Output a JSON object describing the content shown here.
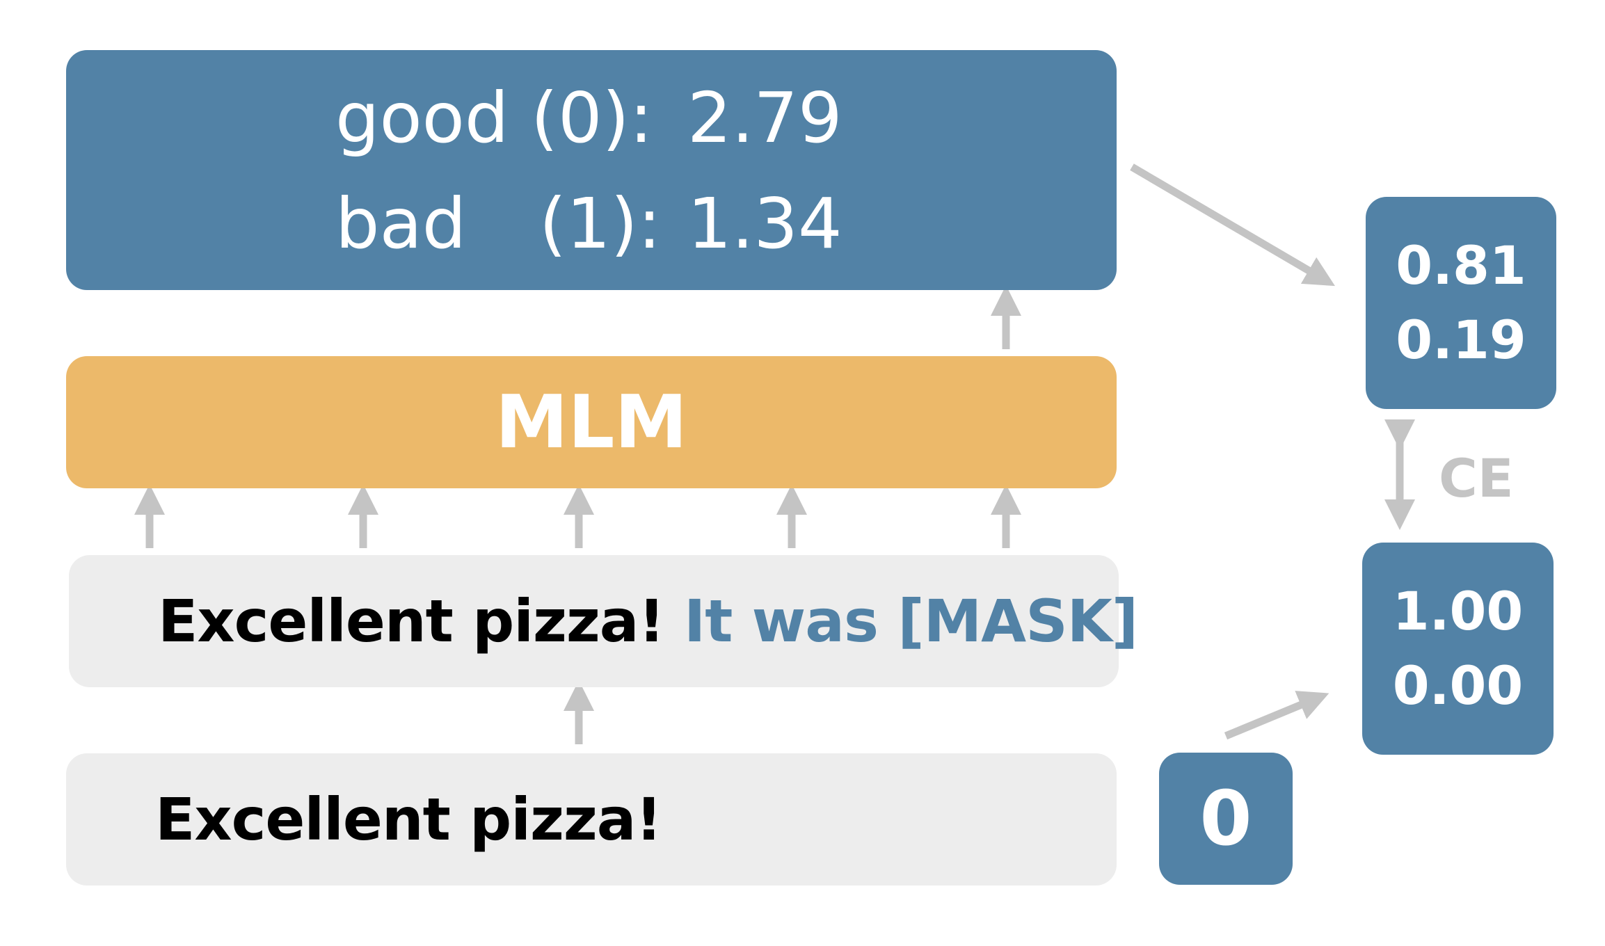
{
  "logits": {
    "rows": [
      {
        "word": "good",
        "id": "(0):",
        "value": "2.79"
      },
      {
        "word": "bad",
        "id": "(1):",
        "value": "1.34"
      }
    ]
  },
  "mlm": {
    "label": "MLM"
  },
  "prompt": {
    "text": "Excellent pizza!",
    "template": " It was [MASK]"
  },
  "input": {
    "text": "Excellent pizza!"
  },
  "probabilities": {
    "values": [
      "0.81",
      "0.19"
    ]
  },
  "target": {
    "values": [
      "1.00",
      "0.00"
    ]
  },
  "label": {
    "value": "0"
  },
  "loss": {
    "label": "CE"
  },
  "colors": {
    "blue": "#5282a6",
    "gold": "#ecb96a",
    "grey": "#ededed",
    "arrow": "#c4c4c4"
  }
}
